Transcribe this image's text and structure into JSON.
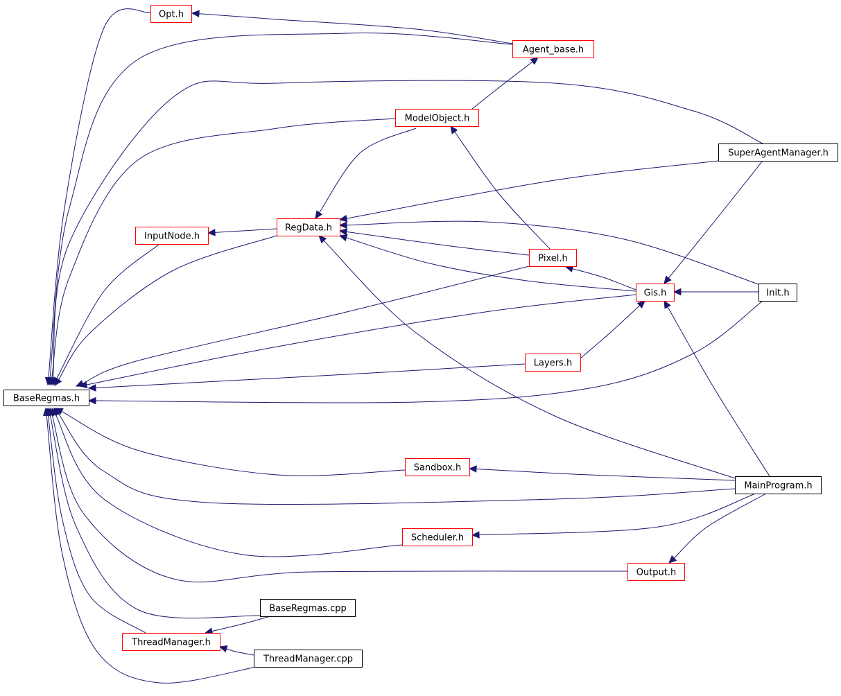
{
  "colors": {
    "edge": "#191970",
    "node_border_linked": "#ff0000",
    "node_border_plain": "#000000",
    "node_fill_root": "#bfbfbf",
    "node_fill": "#ffffff"
  },
  "nodes": [
    {
      "id": "baseregmas_h",
      "label": "BaseRegmas.h",
      "style": "root"
    },
    {
      "id": "opt_h",
      "label": "Opt.h",
      "style": "linked"
    },
    {
      "id": "agent_base_h",
      "label": "Agent_base.h",
      "style": "linked"
    },
    {
      "id": "modelobject_h",
      "label": "ModelObject.h",
      "style": "linked"
    },
    {
      "id": "superagentmanager_h",
      "label": "SuperAgentManager.h",
      "style": "plain"
    },
    {
      "id": "inputnode_h",
      "label": "InputNode.h",
      "style": "linked"
    },
    {
      "id": "regdata_h",
      "label": "RegData.h",
      "style": "linked"
    },
    {
      "id": "pixel_h",
      "label": "Pixel.h",
      "style": "linked"
    },
    {
      "id": "gis_h",
      "label": "Gis.h",
      "style": "linked"
    },
    {
      "id": "init_h",
      "label": "Init.h",
      "style": "plain"
    },
    {
      "id": "layers_h",
      "label": "Layers.h",
      "style": "linked"
    },
    {
      "id": "sandbox_h",
      "label": "Sandbox.h",
      "style": "linked"
    },
    {
      "id": "mainprogram_h",
      "label": "MainProgram.h",
      "style": "plain"
    },
    {
      "id": "scheduler_h",
      "label": "Scheduler.h",
      "style": "linked"
    },
    {
      "id": "output_h",
      "label": "Output.h",
      "style": "linked"
    },
    {
      "id": "baseregmas_cpp",
      "label": "BaseRegmas.cpp",
      "style": "plain"
    },
    {
      "id": "threadmanager_h",
      "label": "ThreadManager.h",
      "style": "linked"
    },
    {
      "id": "threadmanager_cpp",
      "label": "ThreadManager.cpp",
      "style": "plain"
    }
  ],
  "edges": [
    {
      "from": "opt_h",
      "to": "baseregmas_h"
    },
    {
      "from": "agent_base_h",
      "to": "opt_h"
    },
    {
      "from": "agent_base_h",
      "to": "baseregmas_h"
    },
    {
      "from": "modelobject_h",
      "to": "agent_base_h"
    },
    {
      "from": "modelobject_h",
      "to": "baseregmas_h"
    },
    {
      "from": "superagentmanager_h",
      "to": "baseregmas_h"
    },
    {
      "from": "superagentmanager_h",
      "to": "regdata_h"
    },
    {
      "from": "superagentmanager_h",
      "to": "gis_h"
    },
    {
      "from": "inputnode_h",
      "to": "baseregmas_h"
    },
    {
      "from": "regdata_h",
      "to": "inputnode_h"
    },
    {
      "from": "regdata_h",
      "to": "modelobject_h"
    },
    {
      "from": "regdata_h",
      "to": "baseregmas_h"
    },
    {
      "from": "pixel_h",
      "to": "regdata_h"
    },
    {
      "from": "pixel_h",
      "to": "modelobject_h"
    },
    {
      "from": "pixel_h",
      "to": "baseregmas_h"
    },
    {
      "from": "gis_h",
      "to": "pixel_h"
    },
    {
      "from": "gis_h",
      "to": "regdata_h"
    },
    {
      "from": "gis_h",
      "to": "baseregmas_h"
    },
    {
      "from": "init_h",
      "to": "regdata_h"
    },
    {
      "from": "init_h",
      "to": "gis_h"
    },
    {
      "from": "init_h",
      "to": "baseregmas_h"
    },
    {
      "from": "layers_h",
      "to": "gis_h"
    },
    {
      "from": "layers_h",
      "to": "baseregmas_h"
    },
    {
      "from": "sandbox_h",
      "to": "baseregmas_h"
    },
    {
      "from": "mainprogram_h",
      "to": "sandbox_h"
    },
    {
      "from": "mainprogram_h",
      "to": "regdata_h"
    },
    {
      "from": "mainprogram_h",
      "to": "gis_h"
    },
    {
      "from": "mainprogram_h",
      "to": "scheduler_h"
    },
    {
      "from": "mainprogram_h",
      "to": "output_h"
    },
    {
      "from": "mainprogram_h",
      "to": "baseregmas_h"
    },
    {
      "from": "scheduler_h",
      "to": "baseregmas_h"
    },
    {
      "from": "output_h",
      "to": "baseregmas_h"
    },
    {
      "from": "baseregmas_cpp",
      "to": "baseregmas_h"
    },
    {
      "from": "baseregmas_cpp",
      "to": "threadmanager_h"
    },
    {
      "from": "threadmanager_h",
      "to": "baseregmas_h"
    },
    {
      "from": "threadmanager_cpp",
      "to": "threadmanager_h"
    },
    {
      "from": "threadmanager_cpp",
      "to": "baseregmas_h"
    }
  ]
}
